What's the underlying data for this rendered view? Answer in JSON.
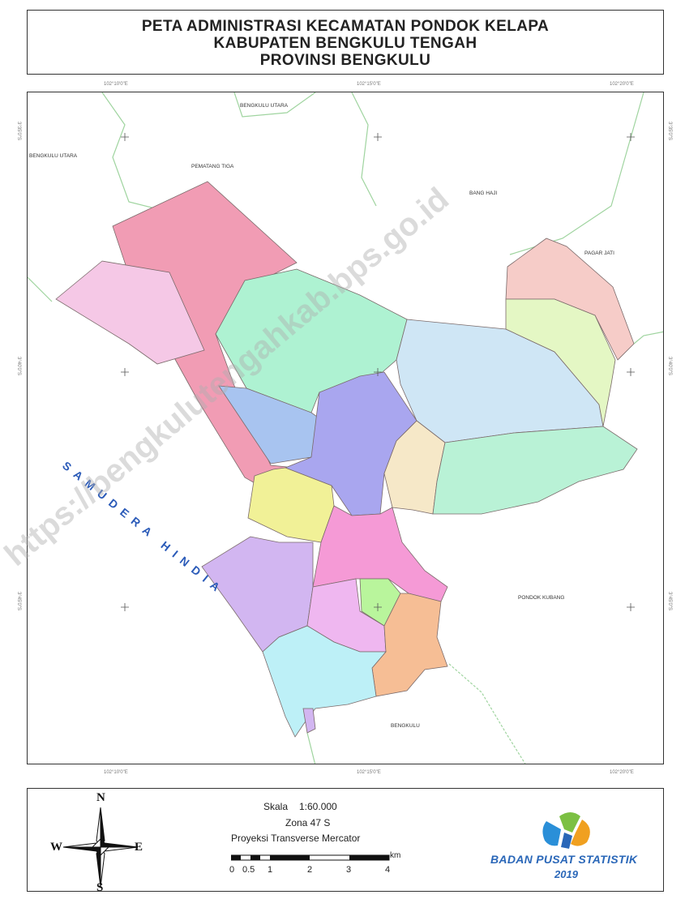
{
  "title": {
    "line1": "PETA ADMINISTRASI KECAMATAN PONDOK KELAPA",
    "line2": "KABUPATEN BENGKULU TENGAH",
    "line3": "PROVINSI BENGKULU"
  },
  "map": {
    "regions": [
      {
        "name": "region-north-red",
        "color": "#f19cb4"
      },
      {
        "name": "region-west-pink",
        "color": "#f5c8e6"
      },
      {
        "name": "region-mint-north",
        "color": "#aef2d2"
      },
      {
        "name": "region-light-blue",
        "color": "#cfe6f5"
      },
      {
        "name": "region-pale-pink-east",
        "color": "#f6ccc8"
      },
      {
        "name": "region-lime-east",
        "color": "#e4f7c4"
      },
      {
        "name": "region-steel-blue",
        "color": "#a8c4f0"
      },
      {
        "name": "region-purple-central",
        "color": "#a9a6ef"
      },
      {
        "name": "region-cream",
        "color": "#f6e8c8"
      },
      {
        "name": "region-mint-east",
        "color": "#b9f2d6"
      },
      {
        "name": "region-yellow",
        "color": "#f1f197"
      },
      {
        "name": "region-magenta",
        "color": "#f59ad6"
      },
      {
        "name": "region-lavender-sw",
        "color": "#d2b6f1"
      },
      {
        "name": "region-orchid",
        "color": "#efb7f0"
      },
      {
        "name": "region-green-small",
        "color": "#b9f59c"
      },
      {
        "name": "region-peach",
        "color": "#f6be95"
      },
      {
        "name": "region-cyan",
        "color": "#bdf0f7"
      }
    ],
    "place_labels": {
      "bengkulu_utara_top": "BENGKULU UTARA",
      "bengkulu_utara_left": "BENGKULU UTARA",
      "pematang_tiga": "PEMATANG TIGA",
      "bang_haji": "BANG HAJI",
      "pagar_jati": "PAGAR JATI",
      "pondok_kubang": "PONDOK KUBANG",
      "bengkulu": "BENGKULU"
    },
    "ocean_label": "SAMUDERA HINDIA",
    "ocean_color": "#2a5ab8",
    "graticule": {
      "lon_top": [
        "102°10'0\"E",
        "102°15'0\"E",
        "102°20'0\"E"
      ],
      "lon_bottom": [
        "102°10'0\"E",
        "102°15'0\"E",
        "102°20'0\"E"
      ],
      "lat_left": [
        "3°35'0\"S",
        "3°40'0\"S",
        "3°45'0\"S"
      ],
      "lat_right": [
        "3°35'0\"S",
        "3°40'0\"S",
        "3°45'0\"S"
      ]
    }
  },
  "legend": {
    "compass": {
      "n": "N",
      "s": "S",
      "e": "E",
      "w": "W"
    },
    "scale_label": "Skala",
    "scale_value": "1:60.000",
    "zone": "Zona 47 S",
    "projection": "Proyeksi Transverse Mercator",
    "scale_unit": "km",
    "scale_ticks": [
      "0",
      "0.5",
      "1",
      "2",
      "3",
      "4"
    ],
    "agency": "BADAN PUSAT STATISTIK",
    "year": "2019",
    "agency_color": "#2a67b8"
  },
  "watermark": {
    "text": "https://bengkulutengahkab.bps.go.id"
  }
}
